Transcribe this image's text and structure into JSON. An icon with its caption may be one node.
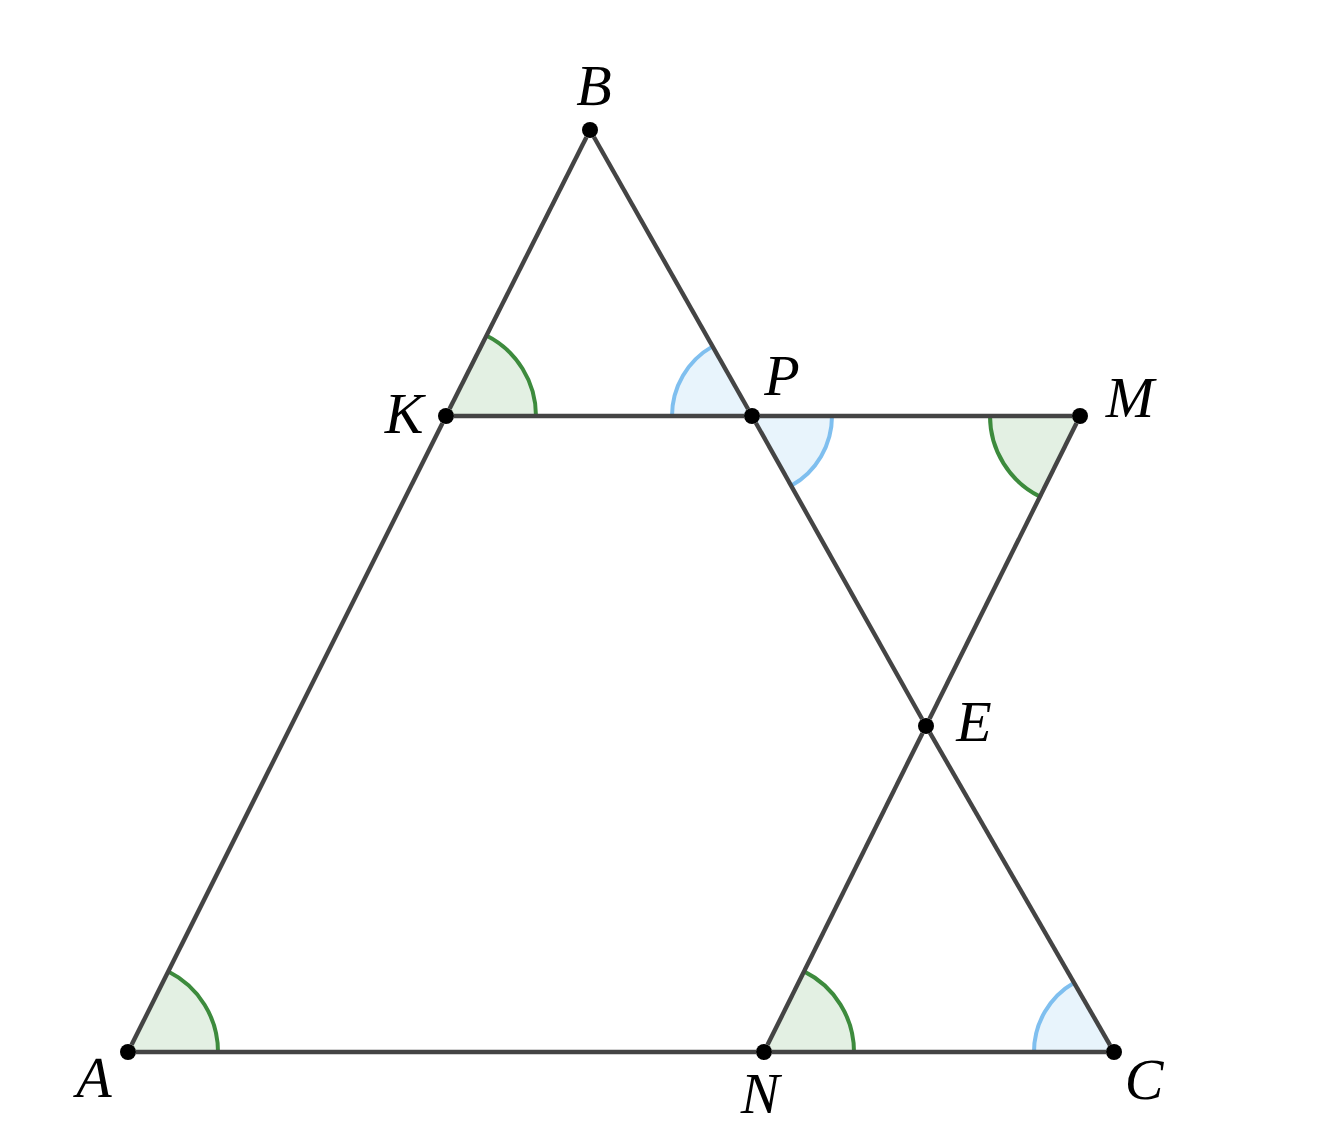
{
  "diagram": {
    "nodes": [
      {
        "text": [
          "A"
        ]
      },
      {
        "text": [
          "B"
        ]
      },
      {
        "text": [
          "C"
        ]
      },
      {
        "text": [
          "K"
        ]
      },
      {
        "text": [
          "P"
        ]
      },
      {
        "text": [
          "M"
        ]
      },
      {
        "text": [
          "E"
        ]
      },
      {
        "text": [
          "N"
        ]
      }
    ],
    "edges": [
      {
        "from": 0,
        "to": 3,
        "arrow": "none"
      },
      {
        "from": 3,
        "to": 1,
        "arrow": "none"
      },
      {
        "from": 1,
        "to": 4,
        "arrow": "none"
      },
      {
        "from": 4,
        "to": 6,
        "arrow": "none"
      },
      {
        "from": 6,
        "to": 2,
        "arrow": "none"
      },
      {
        "from": 0,
        "to": 7,
        "arrow": "none"
      },
      {
        "from": 7,
        "to": 2,
        "arrow": "none"
      },
      {
        "from": 3,
        "to": 4,
        "arrow": "none"
      },
      {
        "from": 4,
        "to": 5,
        "arrow": "none"
      },
      {
        "from": 5,
        "to": 6,
        "arrow": "none"
      },
      {
        "from": 6,
        "to": 7,
        "arrow": "none"
      }
    ]
  }
}
